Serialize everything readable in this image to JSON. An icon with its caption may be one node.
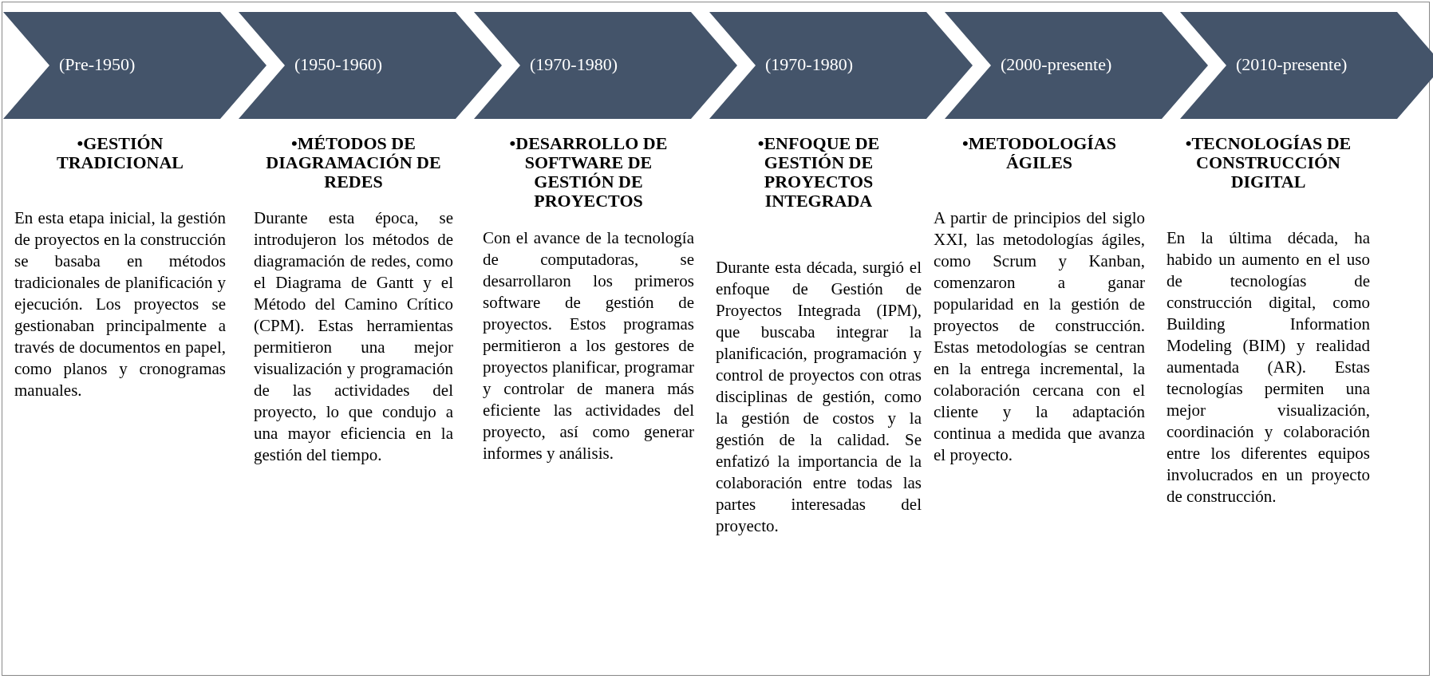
{
  "diagram": {
    "nodes": [
      {
        "text": [
          "(Pre-1950)"
        ],
        "beside": [
          "•GESTIÓN TRADICIONAL",
          "En esta etapa inicial, la gestión de proyectos en la construcción se basaba en métodos tradicionales de planificación y ejecución. Los proyectos se gestionaban principalmente a través de documentos en papel, como planos y cronogramas manuales."
        ]
      },
      {
        "text": [
          "(1950-1960)"
        ],
        "beside": [
          "•MÉTODOS DE DIAGRAMACIÓN DE REDES",
          "Durante esta época, se introdujeron los métodos de diagramación de redes, como el Diagrama de Gantt y el Método del Camino Crítico (CPM). Estas herramientas permitieron una mejor visualización y programación de las actividades del proyecto, lo que condujo a una mayor eficiencia en la gestión del tiempo."
        ]
      },
      {
        "text": [
          "(1970-1980)"
        ],
        "beside": [
          "•DESARROLLO DE SOFTWARE DE GESTIÓN DE PROYECTOS",
          "Con el avance de la tecnología de computadoras, se desarrollaron los primeros software de gestión de proyectos. Estos programas permitieron a los gestores de proyectos planificar, programar y controlar de manera más eficiente las actividades del proyecto, así como generar informes y análisis."
        ]
      },
      {
        "text": [
          "(1970-1980)"
        ],
        "beside": [
          "•ENFOQUE DE GESTIÓN DE PROYECTOS INTEGRADA",
          "Durante esta década, surgió el enfoque de Gestión de Proyectos Integrada (IPM), que buscaba integrar la planificación, programación y control de proyectos con otras disciplinas de gestión, como la gestión de costos y la gestión de la calidad. Se enfatizó la importancia de la colaboración entre todas las partes interesadas del proyecto."
        ]
      },
      {
        "text": [
          "(2000-presente)"
        ],
        "beside": [
          "•METODOLOGÍAS ÁGILES",
          "A partir de principios del siglo XXI, las metodologías ágiles, como Scrum y Kanban, comenzaron a ganar popularidad en la gestión de proyectos de construcción. Estas metodologías se centran en la entrega incremental, la colaboración cercana con el cliente y la adaptación continua a medida que avanza el proyecto."
        ]
      },
      {
        "text": [
          "(2010-presente)"
        ],
        "beside": [
          "•TECNOLOGÍAS DE CONSTRUCCIÓN DIGITAL",
          "En la última década, ha habido un aumento en el uso de tecnologías de construcción digital, como Building Information Modeling (BIM) y realidad aumentada (AR). Estas tecnologías permiten una mejor visualización, coordinación y colaboración entre los diferentes equipos involucrados en un proyecto de construcción."
        ]
      }
    ]
  }
}
